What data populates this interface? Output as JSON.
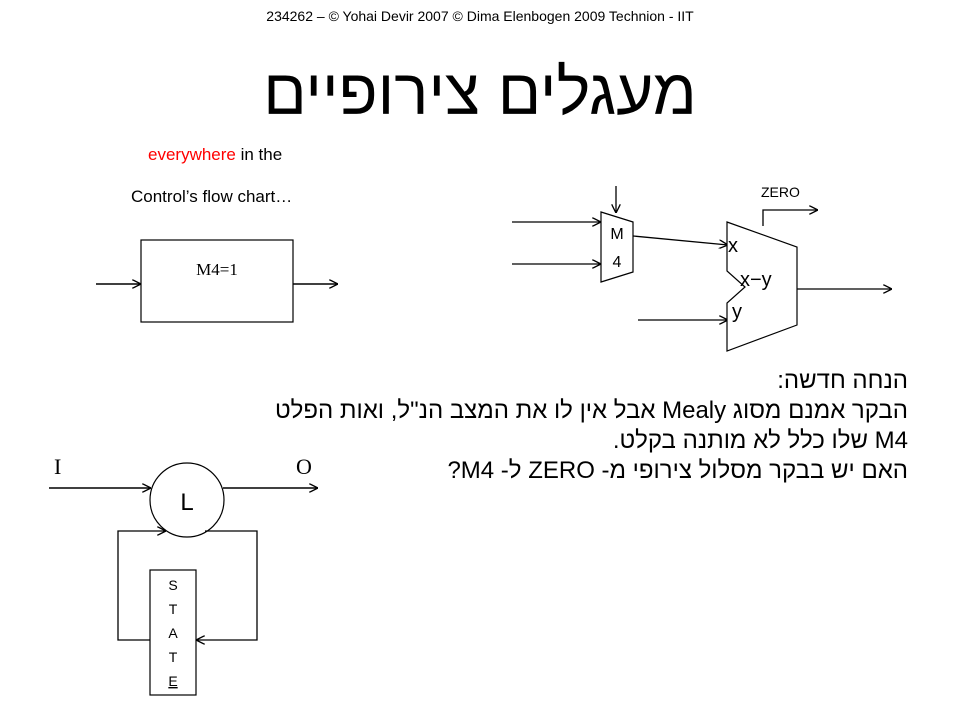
{
  "header": {
    "credit": "234262 – © Yohai Devir 2007 © Dima Elenbogen 2009 Technion - IIT"
  },
  "slide": {
    "title": "מעגלים צירופיים"
  },
  "notes": {
    "line1_red": "everywhere",
    "line1_rest": " in the",
    "line2": "Control’s flow chart…"
  },
  "state_box": {
    "label": "M4=1"
  },
  "datapath": {
    "mux_label_top": "M",
    "mux_label_bottom": "4",
    "zero_label": "ZERO",
    "alu_x": "x",
    "alu_op": "x−y",
    "alu_y": "y"
  },
  "body_text": {
    "line1": "הנחה חדשה:",
    "line2": " הבקר אמנם מסוג Mealy אבל אין לו את המצב הנ\"ל, ואות הפלט",
    "line3": "M4 שלו כלל לא מותנה בקלט.",
    "line4": "האם יש בבקר מסלול צירופי מ- ZERO ל- M4?"
  },
  "machine": {
    "input_label": "I",
    "output_label": "O",
    "logic_label": "L",
    "state_letters": [
      "S",
      "T",
      "A",
      "T",
      "E"
    ]
  }
}
